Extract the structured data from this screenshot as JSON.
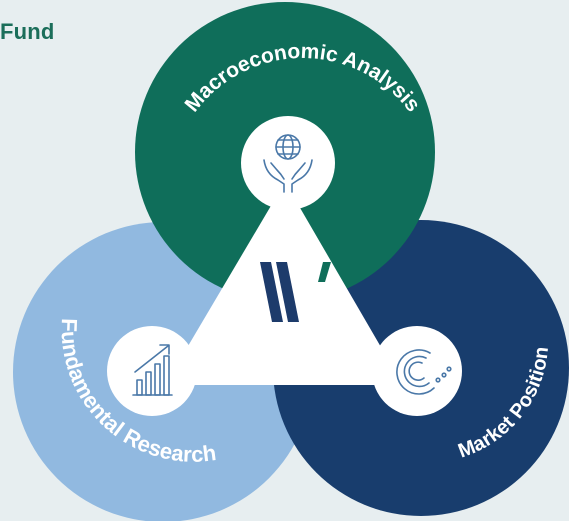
{
  "heading": "Fund",
  "segments": [
    {
      "label": "Macroeconomic Analysis",
      "color": "#0f6e5a",
      "icon": "globe-in-hands-icon"
    },
    {
      "label": "Fundamental Research",
      "color": "#91b9e0",
      "icon": "growth-bar-chart-icon"
    },
    {
      "label": "Market Position",
      "color": "#183d6d",
      "icon": "concentric-arcs-icon"
    }
  ],
  "logo": {
    "name": "w-logo-mark",
    "color": "#1d3b6b",
    "accent": "#0f6e5a"
  }
}
